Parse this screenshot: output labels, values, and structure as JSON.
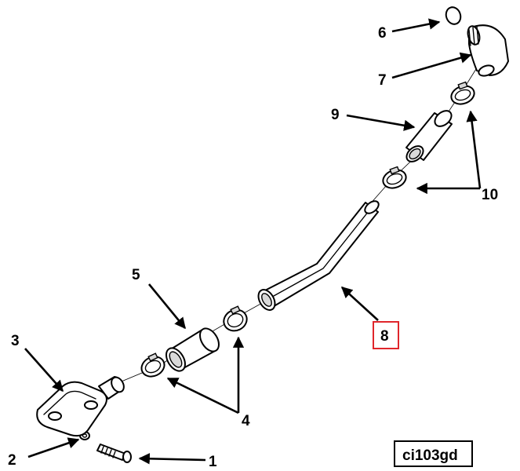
{
  "callouts": {
    "c1": "1",
    "c2": "2",
    "c3": "3",
    "c4": "4",
    "c5": "5",
    "c6": "6",
    "c7": "7",
    "c8": "8",
    "c9": "9",
    "c10": "10"
  },
  "reference_code": "ci103gd",
  "highlight_color": "#e0262b"
}
